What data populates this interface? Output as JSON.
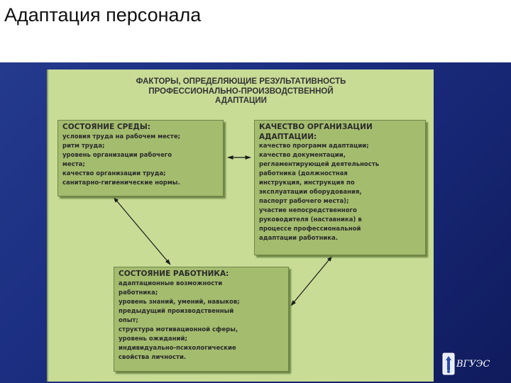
{
  "page": {
    "title": "Адаптация персонала"
  },
  "diagram": {
    "title_lines": [
      "ФАКТОРЫ, ОПРЕДЕЛЯЮЩИЕ РЕЗУЛЬТАТИВНОСТЬ",
      "ПРОФЕССИОНАЛЬНО-ПРОИЗВОДСТВЕННОЙ",
      "АДАПТАЦИИ"
    ],
    "boxes": {
      "environment": {
        "heading": "СОСТОЯНИЕ СРЕДЫ:",
        "lines": [
          "условия труда на рабочем месте;",
          "ритм труда;",
          "уровень организации рабочего",
          "места;",
          "качество организации труда;",
          "санитарно-гигиенические нормы."
        ]
      },
      "organization_quality": {
        "heading_lines": [
          "КАЧЕСТВО ОРГАНИЗАЦИИ",
          "АДАПТАЦИИ:"
        ],
        "lines": [
          "качество программ адаптации;",
          "качество документации,",
          "регламентирующей деятельность",
          "работника (должностная",
          "инструкция, инструкция по",
          "эксплуатации оборудования,",
          "паспорт рабочего места);",
          "участие непосредственного",
          "руководителя (наставника) в",
          "процессе профессиональной",
          "адаптации работника."
        ]
      },
      "worker": {
        "heading": "СОСТОЯНИЕ РАБОТНИКА:",
        "lines": [
          "адаптационные возможности",
          "работника;",
          "уровень знаний, умений, навыков;",
          "предыдущий производственный",
          "опыт;",
          "структура мотивационной сферы,",
          "уровень ожиданий;",
          "индивидуально-психологические",
          "свойства личности."
        ]
      }
    }
  },
  "logo": {
    "text": "ВГУЭС"
  },
  "colors": {
    "slide_background": "#1c2f82",
    "panel": "#c8dc96",
    "box": "#a4bc6e"
  }
}
